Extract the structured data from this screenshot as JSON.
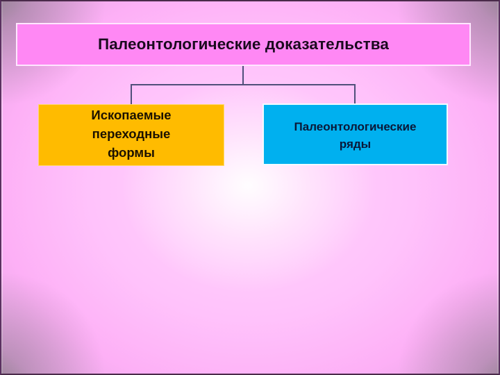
{
  "diagram": {
    "type": "hierarchy",
    "root": {
      "label": "Палеонтологические доказательства",
      "fill": "#ff88f4"
    },
    "children": [
      {
        "lines": [
          "Ископаемые",
          "переходные",
          "формы"
        ],
        "fill": "#ffbb00"
      },
      {
        "lines": [
          "Палеонтологические",
          "ряды"
        ],
        "fill": "#00b0ef"
      }
    ],
    "connector_color": "#4f4f7a",
    "background": {
      "center": "#ffffff",
      "main": "#ffc2fb",
      "edge": "#b29bb0"
    }
  }
}
